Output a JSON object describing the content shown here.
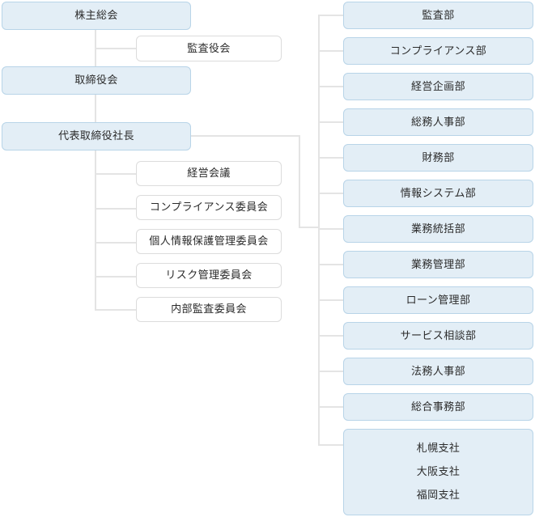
{
  "diagram": {
    "type": "organization-chart",
    "title": "",
    "colors": {
      "node_fill": "#e3eef6",
      "node_border": "#b8d4e8",
      "plain_fill": "#ffffff",
      "plain_border": "#dcdcdc",
      "connector": "#e4e4e4",
      "text": "#2b2b2b"
    },
    "governance": {
      "shareholders_meeting": "株主総会",
      "audit_board": "監査役会",
      "board_of_directors": "取締役会",
      "president": "代表取締役社長"
    },
    "committees": [
      {
        "label": "経営会議"
      },
      {
        "label": "コンプライアンス委員会"
      },
      {
        "label": "個人情報保護管理委員会"
      },
      {
        "label": "リスク管理委員会"
      },
      {
        "label": "内部監査委員会"
      }
    ],
    "departments": [
      {
        "label": "監査部"
      },
      {
        "label": "コンプライアンス部"
      },
      {
        "label": "経営企画部"
      },
      {
        "label": "総務人事部"
      },
      {
        "label": "財務部"
      },
      {
        "label": "情報システム部"
      },
      {
        "label": "業務統括部"
      },
      {
        "label": "業務管理部"
      },
      {
        "label": "ローン管理部"
      },
      {
        "label": "サービス相談部"
      },
      {
        "label": "法務人事部"
      },
      {
        "label": "総合事務部"
      }
    ],
    "branches": {
      "items": [
        {
          "label": "札幌支社"
        },
        {
          "label": "大阪支社"
        },
        {
          "label": "福岡支社"
        }
      ]
    }
  }
}
